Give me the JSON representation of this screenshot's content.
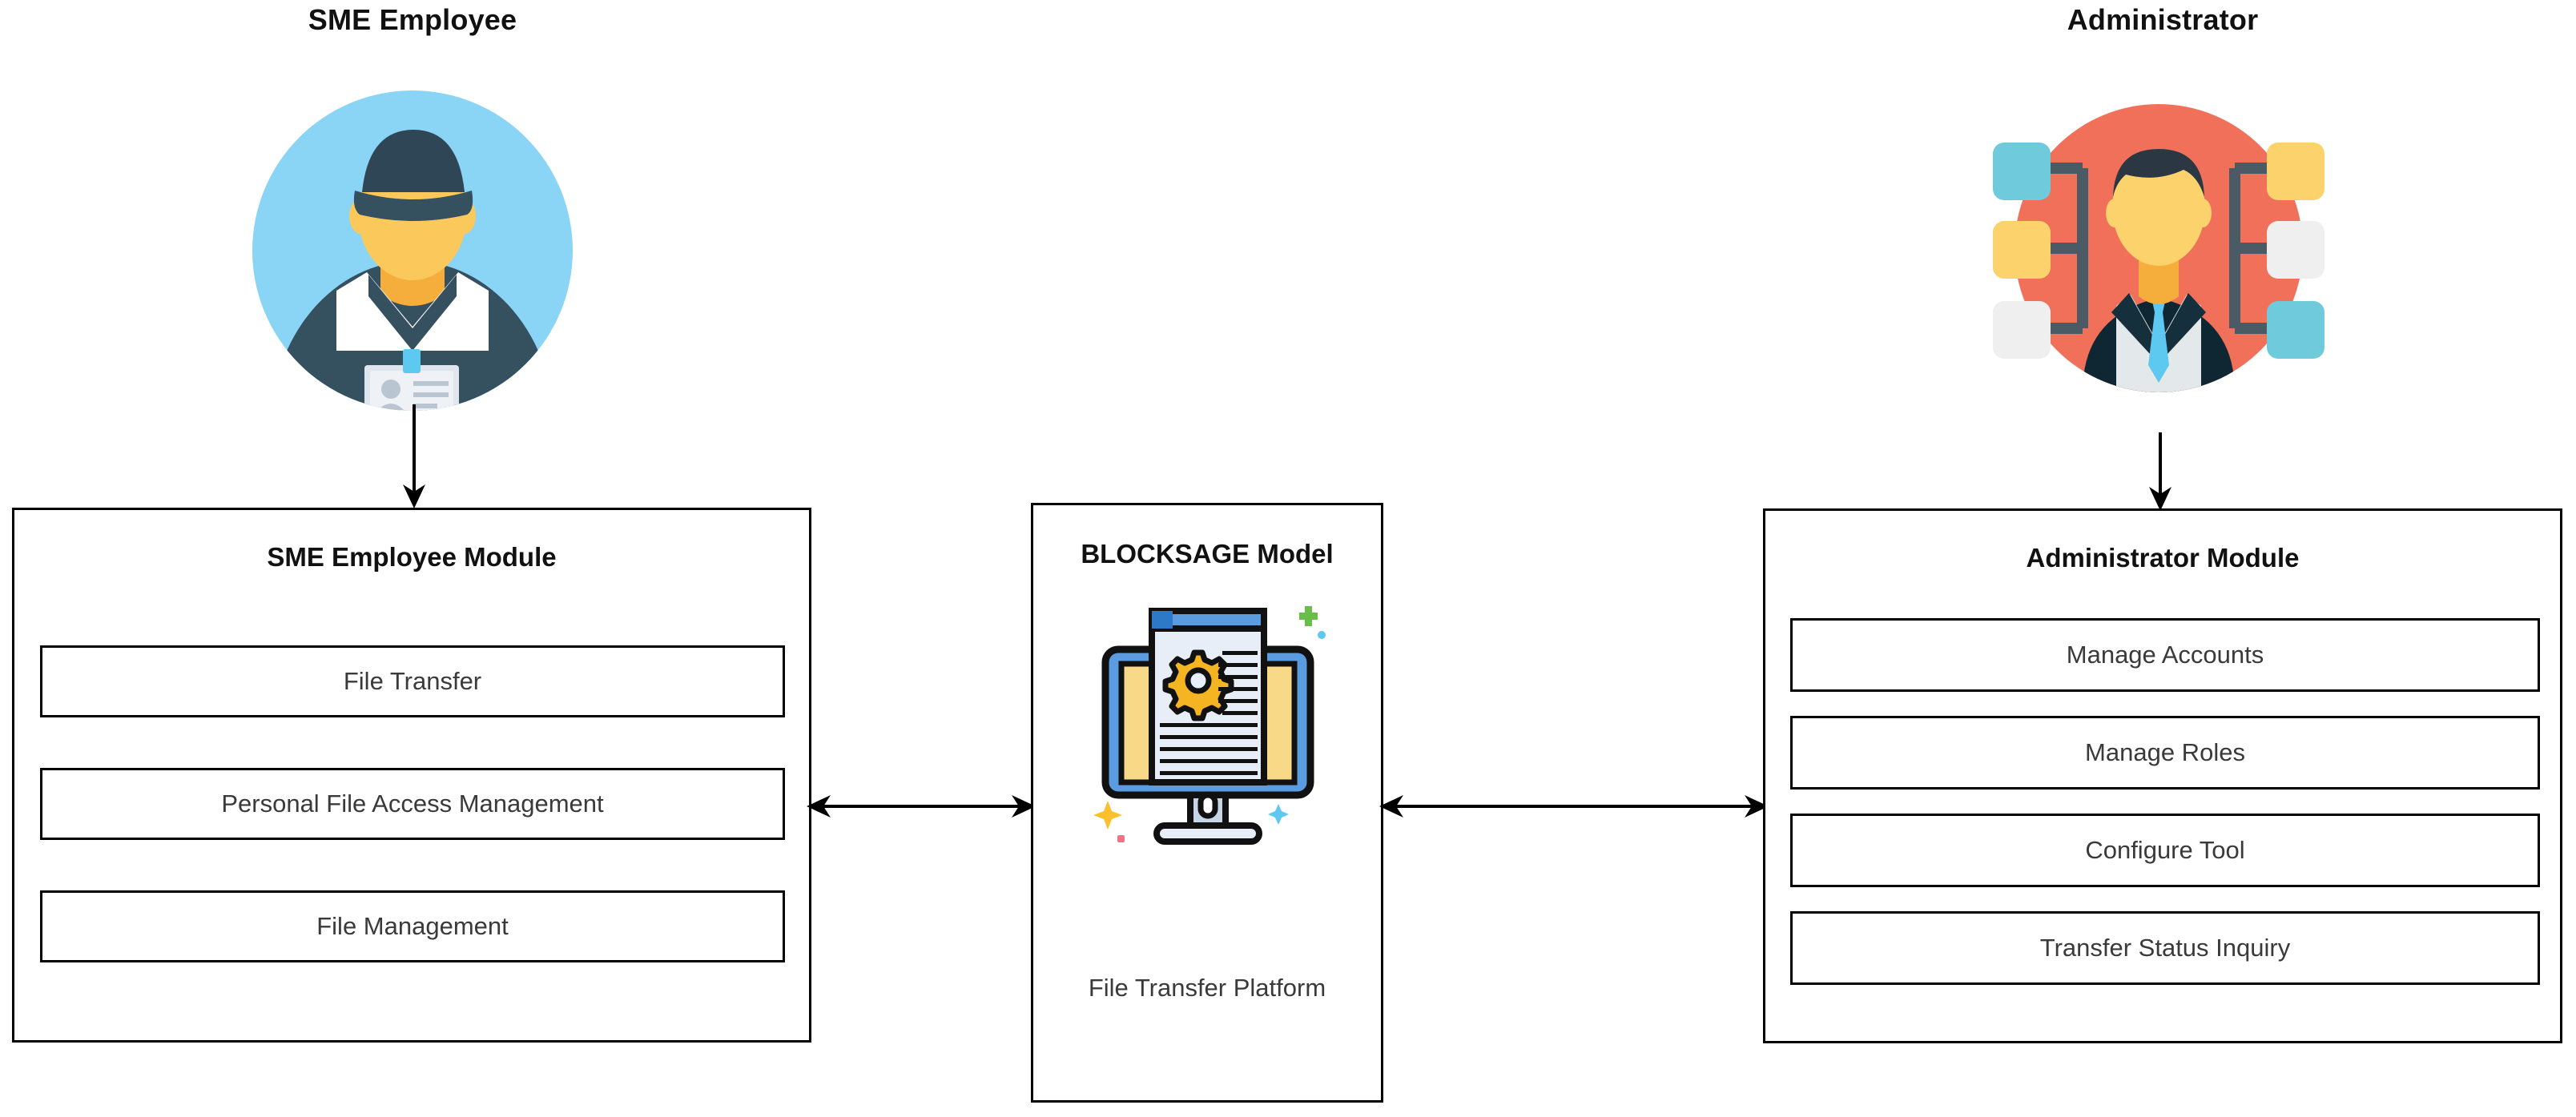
{
  "diagram": {
    "actors": [
      {
        "id": "sme-employee",
        "title": "SME Employee",
        "avatar_icon": "employee-avatar-icon",
        "avatar_bg_color": "#8AD5F5",
        "connector_icon": "down-arrow-icon"
      },
      {
        "id": "administrator",
        "title": "Administrator",
        "avatar_icon": "administrator-avatar-icon",
        "avatar_bg_color": "#F0705A",
        "connector_icon": "down-arrow-icon"
      }
    ],
    "modules": [
      {
        "id": "sme-employee-module",
        "title": "SME Employee Module",
        "items": [
          {
            "label": "File Transfer"
          },
          {
            "label": "Personal File Access Management"
          },
          {
            "label": "File Management"
          }
        ]
      },
      {
        "id": "blocksage-model",
        "title": "BLOCKSAGE Model",
        "caption": "File Transfer Platform",
        "icon": "file-transfer-platform-monitor-icon",
        "items": []
      },
      {
        "id": "administrator-module",
        "title": "Administrator Module",
        "items": [
          {
            "label": "Manage Accounts"
          },
          {
            "label": "Manage Roles"
          },
          {
            "label": "Configure Tool"
          },
          {
            "label": "Transfer Status Inquiry"
          }
        ]
      }
    ],
    "connectors": [
      {
        "id": "sme-to-platform",
        "icon": "double-headed-arrow-icon",
        "direction": "bidirectional"
      },
      {
        "id": "platform-to-admin",
        "icon": "double-headed-arrow-icon",
        "direction": "bidirectional"
      }
    ],
    "colors": {
      "line": "#000000",
      "text": "#111111",
      "sub_text": "#3a3a3a",
      "sme_avatar_bg": "#8AD5F5",
      "admin_avatar_bg": "#F0705A",
      "suit_navy": "#35505F",
      "skin_yellow": "#FBC85B",
      "monitor_blue": "#5B9BE0",
      "monitor_paper": "#E8EEF7",
      "monitor_yellow": "#F8D988",
      "gear_yellow": "#F5B523",
      "sparkle_green": "#69BE4A",
      "sparkle_cyan": "#5DC8F0",
      "sparkle_yellow": "#FBC02D",
      "sparkle_pink": "#FB6F84"
    }
  }
}
